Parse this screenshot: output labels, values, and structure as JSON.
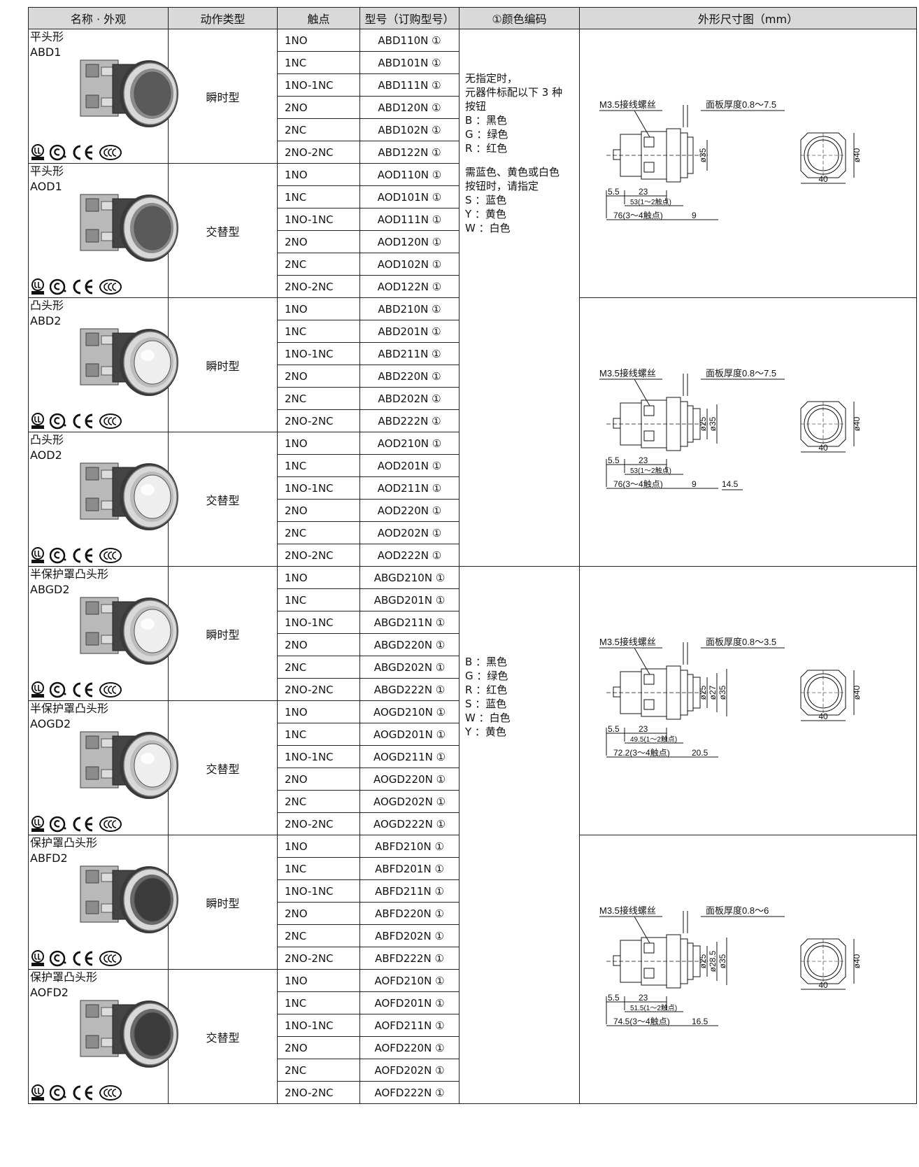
{
  "headers": [
    "名称 · 外观",
    "动作类型",
    "触点",
    "型号（订购型号）",
    "①颜色编码",
    "外形尺寸图（mm）"
  ],
  "contacts": [
    "1NO",
    "1NC",
    "1NO-1NC",
    "2NO",
    "2NC",
    "2NO-2NC"
  ],
  "groups": [
    {
      "name": "平头形",
      "code": "ABD1",
      "action": "瞬时型",
      "style": "flat",
      "models": [
        "ABD110N ①",
        "ABD101N ①",
        "ABD111N ①",
        "ABD120N ①",
        "ABD102N ①",
        "ABD122N ①"
      ]
    },
    {
      "name": "平头形",
      "code": "AOD1",
      "action": "交替型",
      "style": "flat",
      "models": [
        "AOD110N ①",
        "AOD101N ①",
        "AOD111N ①",
        "AOD120N ①",
        "AOD102N ①",
        "AOD122N ①"
      ]
    },
    {
      "name": "凸头形",
      "code": "ABD2",
      "action": "瞬时型",
      "style": "round",
      "models": [
        "ABD210N ①",
        "ABD201N ①",
        "ABD211N ①",
        "ABD220N ①",
        "ABD202N ①",
        "ABD222N ①"
      ]
    },
    {
      "name": "凸头形",
      "code": "AOD2",
      "action": "交替型",
      "style": "round",
      "models": [
        "AOD210N ①",
        "AOD201N ①",
        "AOD211N ①",
        "AOD220N ①",
        "AOD202N ①",
        "AOD222N ①"
      ]
    },
    {
      "name": "半保护罩凸头形",
      "code": "ABGD2",
      "action": "瞬时型",
      "style": "round",
      "models": [
        "ABGD210N ①",
        "ABGD201N ①",
        "ABGD211N ①",
        "ABGD220N ①",
        "ABGD202N ①",
        "ABGD222N ①"
      ]
    },
    {
      "name": "半保护罩凸头形",
      "code": "AOGD2",
      "action": "交替型",
      "style": "round",
      "models": [
        "AOGD210N ①",
        "AOGD201N ①",
        "AOGD211N ①",
        "AOGD220N ①",
        "AOGD202N ①",
        "AOGD222N ①"
      ]
    },
    {
      "name": "保护罩凸头形",
      "code": "ABFD2",
      "action": "瞬时型",
      "style": "dark",
      "models": [
        "ABFD210N ①",
        "ABFD201N ①",
        "ABFD211N ①",
        "ABFD220N ①",
        "ABFD202N ①",
        "ABFD222N ①"
      ]
    },
    {
      "name": "保护罩凸头形",
      "code": "AOFD2",
      "action": "交替型",
      "style": "dark",
      "models": [
        "AOFD210N ①",
        "AOFD201N ①",
        "AOFD211N ①",
        "AOFD220N ①",
        "AOFD202N ①",
        "AOFD222N ①"
      ]
    }
  ],
  "color_notes_1": [
    "无指定时，",
    "元器件标配以下 3 种",
    "按钮",
    "B ：黑色",
    "G ：绿色",
    "R ：红色",
    "",
    "需蓝色、黄色或白色",
    "按钮时，请指定",
    "S ：蓝色",
    "Y ：黄色",
    "W ：白色"
  ],
  "color_notes_2": [
    "B ：黑色",
    "G ：绿色",
    "R ：红色",
    "S ：蓝色",
    "W ：白色",
    "Y ：黄色"
  ],
  "dims": [
    {
      "screw": "M3.5接线螺丝",
      "panel": "面板厚度0.8～7.5",
      "d1": "5.5",
      "d2": "23",
      "d3": "53(1～2触点)",
      "d4": "76(3～4触点)",
      "d5": "9",
      "dias": [
        "ø35"
      ],
      "outer": "ø40",
      "width": "40"
    },
    {
      "screw": "M3.5接线螺丝",
      "panel": "面板厚度0.8～7.5",
      "d1": "5.5",
      "d2": "23",
      "d3": "53(1～2触点)",
      "d4": "76(3～4触点)",
      "d5": "9",
      "d6": "14.5",
      "dias": [
        "ø25",
        "ø35"
      ],
      "outer": "ø40",
      "width": "40"
    },
    {
      "screw": "M3.5接线螺丝",
      "panel": "面板厚度0.8～3.5",
      "d1": "5.5",
      "d2": "23",
      "d3": "49.5(1～2触点)",
      "d4": "72.2(3～4触点)",
      "d5": "20.5",
      "dias": [
        "ø25",
        "ø27",
        "ø35"
      ],
      "outer": "ø40",
      "width": "40"
    },
    {
      "screw": "M3.5接线螺丝",
      "panel": "面板厚度0.8～6",
      "d1": "5.5",
      "d2": "23",
      "d3": "51.5(1～2触点)",
      "d4": "74.5(3～4触点)",
      "d5": "16.5",
      "dias": [
        "ø25",
        "ø28.5",
        "ø35"
      ],
      "outer": "ø40",
      "width": "40"
    }
  ],
  "cert_icons": [
    "ul-listed-icon",
    "csa-icon",
    "ce-mark-icon",
    "ccc-icon"
  ]
}
